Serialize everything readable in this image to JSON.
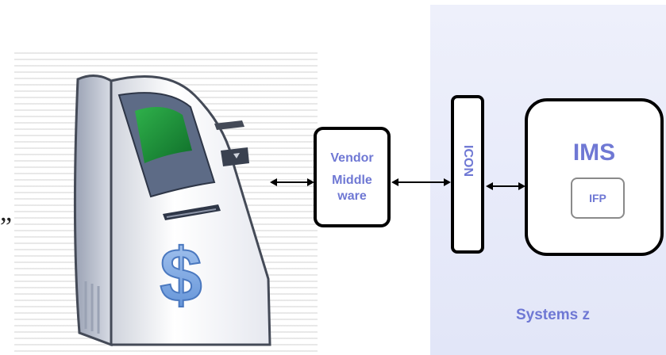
{
  "quote_mark": "”",
  "vendor": {
    "line1": "Vendor",
    "line2": "Middle",
    "line3": "ware"
  },
  "icon_label": "ICON",
  "ims_label": "IMS",
  "ifp_label": "IFP",
  "systems_label": "Systems z",
  "colors": {
    "label": "#6f78d4",
    "panel": "#e6e9f9",
    "border": "#000000"
  }
}
